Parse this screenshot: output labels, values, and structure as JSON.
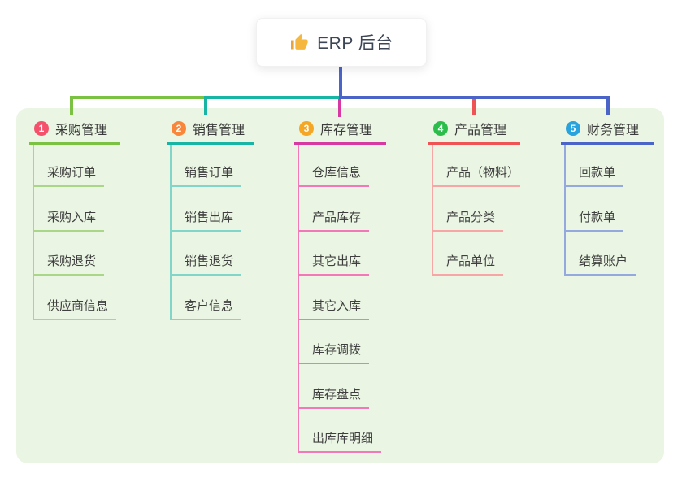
{
  "root": {
    "title": "ERP 后台",
    "icon": "thumbs-up-icon",
    "icon_color": "#f5b73e"
  },
  "colors": {
    "canvas_bg": "#ffffff",
    "panel_bg": "#eaf6e3",
    "root_connector": "#4b64c8",
    "root_text": "#3d4656"
  },
  "branches": [
    {
      "index": "1",
      "label": "采购管理",
      "badge_color": "#f4516c",
      "line_color": "#7cc242",
      "child_line_color": "#a9d687",
      "children": [
        "采购订单",
        "采购入库",
        "采购退货",
        "供应商信息"
      ]
    },
    {
      "index": "2",
      "label": "销售管理",
      "badge_color": "#f8873b",
      "line_color": "#18b4a4",
      "child_line_color": "#82d6c9",
      "children": [
        "销售订单",
        "销售出库",
        "销售退货",
        "客户信息"
      ]
    },
    {
      "index": "3",
      "label": "库存管理",
      "badge_color": "#f5a623",
      "line_color": "#d639a2",
      "child_line_color": "#f278b7",
      "children": [
        "仓库信息",
        "产品库存",
        "其它出库",
        "其它入库",
        "库存调拨",
        "库存盘点",
        "出库库明细"
      ]
    },
    {
      "index": "4",
      "label": "产品管理",
      "badge_color": "#2abd4a",
      "line_color": "#f05354",
      "child_line_color": "#f8a5a5",
      "children": [
        "产品（物料）",
        "产品分类",
        "产品单位"
      ]
    },
    {
      "index": "5",
      "label": "财务管理",
      "badge_color": "#29a3dd",
      "line_color": "#4b64c8",
      "child_line_color": "#94a9de",
      "children": [
        "回款单",
        "付款单",
        "结算账户"
      ]
    }
  ]
}
